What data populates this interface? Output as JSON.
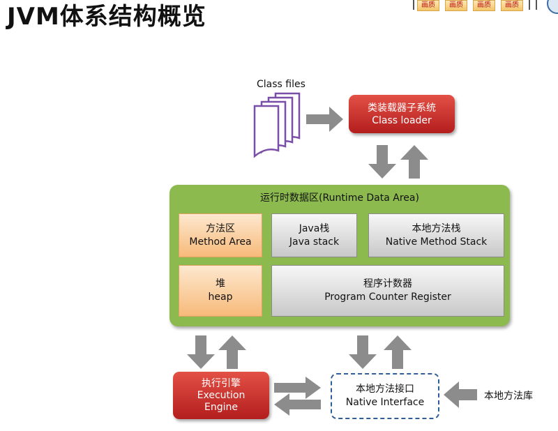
{
  "title": "JVM体系结构概览",
  "toolbar": {
    "buttons": [
      "画质",
      "画质",
      "画质",
      "画质"
    ]
  },
  "diagram": {
    "class_files_label": "Class files",
    "class_loader": {
      "zh": "类装载器子系统",
      "en": "Class loader"
    },
    "runtime_area": {
      "title": "运行时数据区(Runtime Data Area)",
      "method_area": {
        "zh": "方法区",
        "en": "Method Area"
      },
      "java_stack": {
        "zh": "Java栈",
        "en": "Java stack"
      },
      "native_method_stack": {
        "zh": "本地方法栈",
        "en": "Native Method Stack"
      },
      "heap": {
        "zh": "堆",
        "en": "heap"
      },
      "pc_register": {
        "zh": "程序计数器",
        "en": "Program Counter Register"
      }
    },
    "execution_engine": {
      "zh": "执行引擎",
      "en1": "Execution",
      "en2": "Engine"
    },
    "native_interface": {
      "zh": "本地方法接口",
      "en": "Native Interface"
    },
    "native_library_label": "本地方法库"
  },
  "colors": {
    "red_box": "#c9302c",
    "runtime_green": "#8cba4e",
    "orange_box": "#f7ba7a",
    "gray_box": "#d8d8d8",
    "arrow_gray": "#8c8c8c",
    "dashed_border": "#2f5d9a",
    "file_icon_purple": "#7a4fa8"
  }
}
